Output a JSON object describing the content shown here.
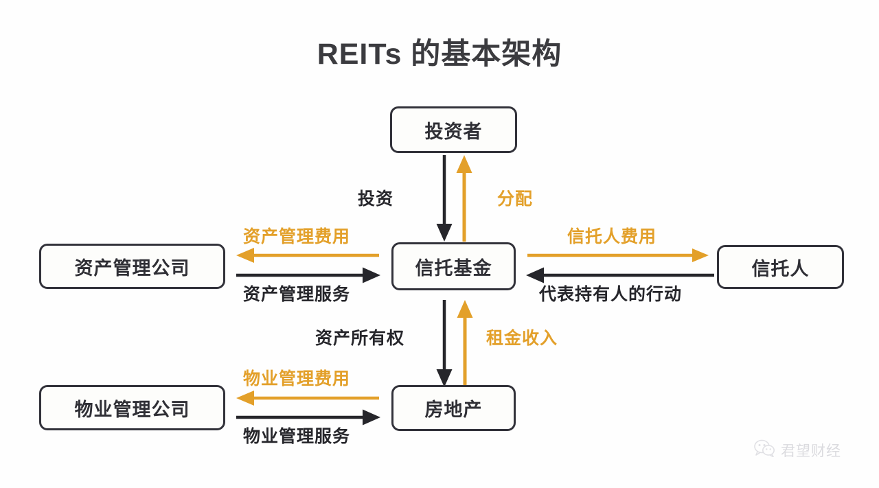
{
  "title": "REITs 的基本架构",
  "theme": {
    "dark": "#32323a",
    "orange": "#e3a02a",
    "background": "#ffffff"
  },
  "nodes": [
    {
      "id": "investor",
      "label": "投资者"
    },
    {
      "id": "trust",
      "label": "信托基金"
    },
    {
      "id": "asset_mgmt",
      "label": "资产管理公司"
    },
    {
      "id": "trustee",
      "label": "信托人"
    },
    {
      "id": "realestate",
      "label": "房地产"
    },
    {
      "id": "property_mgmt",
      "label": "物业管理公司"
    }
  ],
  "edges": [
    {
      "id": "investment",
      "label": "投资",
      "color": "dark",
      "direction": "down",
      "from": "investor",
      "to": "trust"
    },
    {
      "id": "distribution",
      "label": "分配",
      "color": "orange",
      "direction": "up",
      "from": "trust",
      "to": "investor"
    },
    {
      "id": "asset_mgmt_fee",
      "label": "资产管理费用",
      "color": "orange",
      "direction": "left",
      "from": "trust",
      "to": "asset_mgmt"
    },
    {
      "id": "asset_mgmt_service",
      "label": "资产管理服务",
      "color": "dark",
      "direction": "right",
      "from": "asset_mgmt",
      "to": "trust"
    },
    {
      "id": "trustee_fee",
      "label": "信托人费用",
      "color": "orange",
      "direction": "right",
      "from": "trust",
      "to": "trustee"
    },
    {
      "id": "act_for_holders",
      "label": "代表持有人的行动",
      "color": "dark",
      "direction": "left",
      "from": "trustee",
      "to": "trust"
    },
    {
      "id": "asset_ownership",
      "label": "资产所有权",
      "color": "dark",
      "direction": "down",
      "from": "trust",
      "to": "realestate"
    },
    {
      "id": "rental_income",
      "label": "租金收入",
      "color": "orange",
      "direction": "up",
      "from": "realestate",
      "to": "trust"
    },
    {
      "id": "property_mgmt_fee",
      "label": "物业管理费用",
      "color": "orange",
      "direction": "left",
      "from": "realestate",
      "to": "property_mgmt"
    },
    {
      "id": "property_mgmt_service",
      "label": "物业管理服务",
      "color": "dark",
      "direction": "right",
      "from": "property_mgmt",
      "to": "realestate"
    }
  ],
  "watermark": {
    "icon": "wechat-icon",
    "text": "君望财经"
  }
}
